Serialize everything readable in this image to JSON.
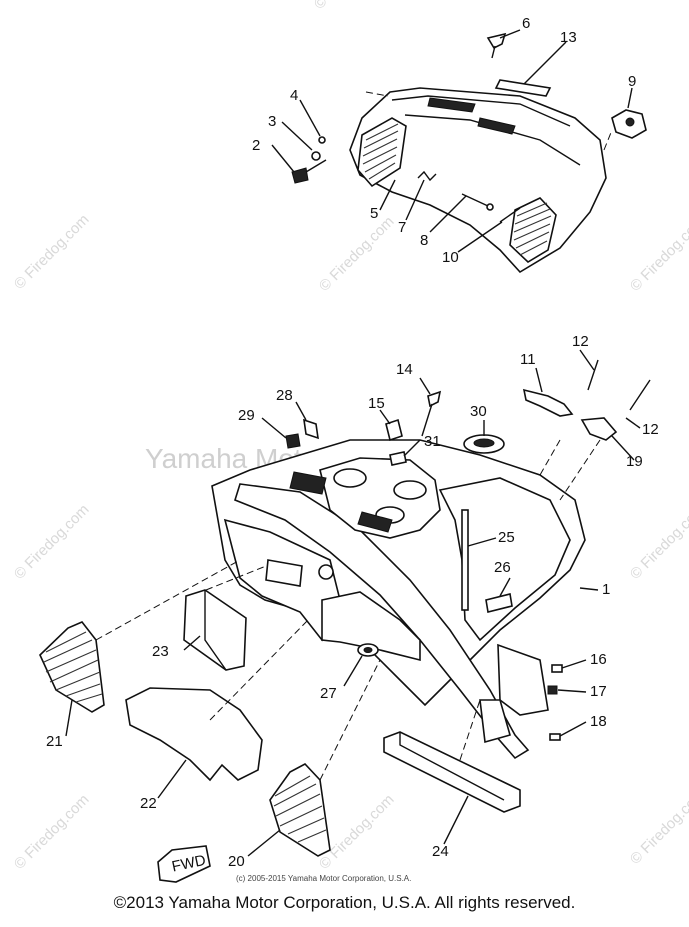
{
  "callouts": {
    "c1": "1",
    "c2": "2",
    "c3": "3",
    "c4": "4",
    "c5": "5",
    "c6": "6",
    "c7": "7",
    "c8": "8",
    "c9": "9",
    "c10": "10",
    "c11": "11",
    "c12a": "12",
    "c12b": "12",
    "c13": "13",
    "c14": "14",
    "c15": "15",
    "c16": "16",
    "c17": "17",
    "c18": "18",
    "c19": "19",
    "c20": "20",
    "c21": "21",
    "c22": "22",
    "c23": "23",
    "c24": "24",
    "c25": "25",
    "c26": "26",
    "c27": "27",
    "c28": "28",
    "c29": "29",
    "c30": "30",
    "c31": "31"
  },
  "fwd_label": "FWD",
  "watermark": {
    "site": "© Firedog.com",
    "center": "Yamaha Motor Corp. U.S.A."
  },
  "fine_print": "(c) 2005-2015 Yamaha Motor Corporation, U.S.A.",
  "footer": "©2013 Yamaha Motor Corporation, U.S.A. All rights reserved."
}
